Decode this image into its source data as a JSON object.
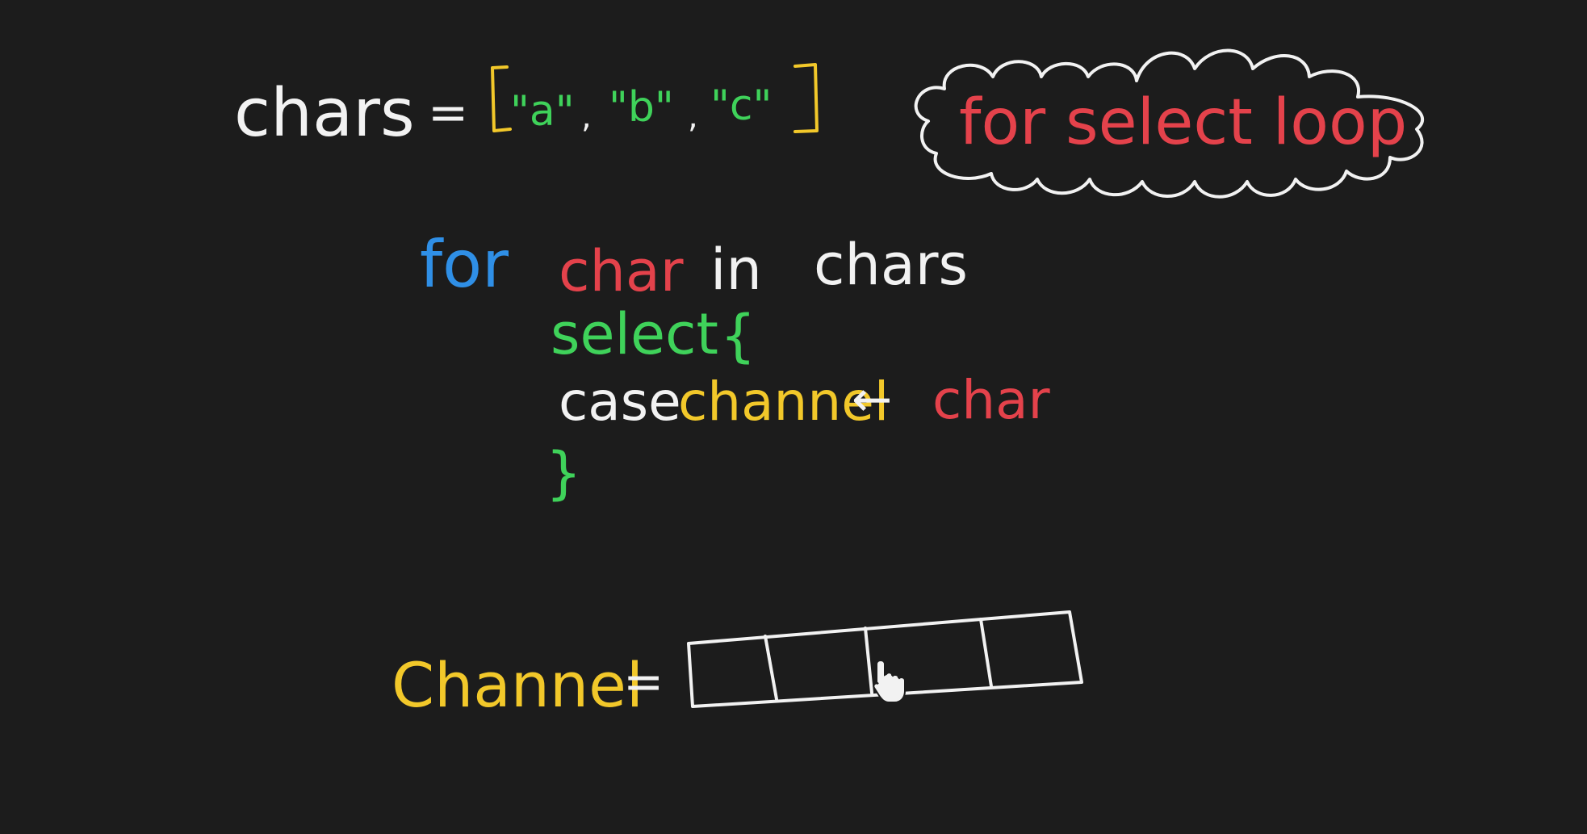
{
  "colors": {
    "background": "#1c1c1c",
    "white": "#f2f2f2",
    "yellow": "#f2c82a",
    "green": "#3fd25a",
    "red": "#e4424b",
    "blue": "#2f8fe6"
  },
  "line1": {
    "var": "chars",
    "eq": "=",
    "items": [
      "\"a\"",
      "\"b\"",
      "\"c\""
    ],
    "comma": ","
  },
  "cloud": {
    "text": "for select loop"
  },
  "code": {
    "kw_for": "for",
    "var_char": "char",
    "kw_in": "in",
    "var_chars": "chars",
    "kw_select": "select",
    "open_brace": "{",
    "kw_case": "case",
    "channel": "channel",
    "arrow": "←",
    "send_value": "char",
    "close_brace": "}"
  },
  "channel_row": {
    "label": "Channel",
    "eq": "="
  },
  "icons": {
    "cursor": "hand-pointer-icon"
  }
}
